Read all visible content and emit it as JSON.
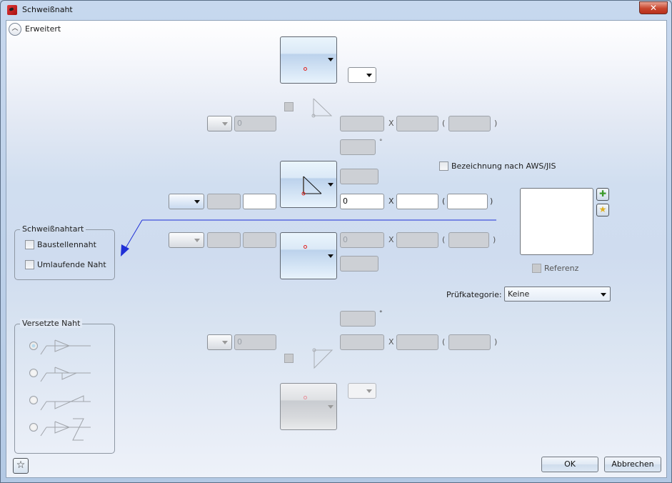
{
  "window": {
    "title": "Schweißnaht",
    "close_icon": "close-icon",
    "app_icon": "weld-app-icon"
  },
  "expander": {
    "label": "Erweitert",
    "icon": "chevron-up-icon"
  },
  "upper_side": {
    "top_symbol_combo": {
      "icon": "weld-position-dot-icon"
    },
    "small_combo_value": "",
    "prefix_combo_value": "",
    "size_value": "0",
    "length_value": "",
    "count_value": "",
    "spacing_value": "",
    "angle_value": "",
    "angle_unit": "°",
    "x_sep": "X",
    "open_paren": "(",
    "close_paren": ")"
  },
  "main_side": {
    "symbol_combo": {
      "icon": "fillet-weld-icon"
    },
    "prefix_combo_value": "",
    "field1_value": "",
    "field2_value": "",
    "top_field_value": "",
    "size_value": "0",
    "length_value": "",
    "spacing_value": "",
    "x_sep": "X",
    "open_paren": "(",
    "close_paren": ")"
  },
  "other_side": {
    "symbol_combo": {
      "icon": "weld-position-dot-icon"
    },
    "prefix_combo_value": "",
    "field1_value": "",
    "field2_value": "",
    "size_value": "0",
    "length_value": "",
    "spacing_value": "",
    "bottom_field_value": "",
    "x_sep": "X",
    "open_paren": "(",
    "close_paren": ")"
  },
  "lower_side": {
    "angle_value": "",
    "angle_unit": "°",
    "prefix_combo_value": "",
    "size_value": "0",
    "length_value": "",
    "count_value": "",
    "spacing_value": "",
    "x_sep": "X",
    "open_paren": "(",
    "close_paren": ")",
    "bottom_symbol_combo": {
      "icon": "weld-position-dot-icon"
    },
    "small_combo_value": ""
  },
  "aws_jis": {
    "label": "Bezeichnung nach AWS/JIS",
    "checked": false
  },
  "reference": {
    "add_icon": "plus-icon",
    "favorite_icon": "star-icon",
    "label": "Referenz",
    "checked": false
  },
  "pruefkategorie": {
    "label": "Prüfkategorie:",
    "value": "Keine"
  },
  "schweissnahtart": {
    "title": "Schweißnahtart",
    "options": [
      {
        "label": "Baustellennaht",
        "checked": false
      },
      {
        "label": "Umlaufende Naht",
        "checked": false
      }
    ]
  },
  "versetzte_naht": {
    "title": "Versetzte Naht",
    "options": [
      {
        "icon": "staggered-weld-option-1-icon",
        "selected": true
      },
      {
        "icon": "staggered-weld-option-2-icon",
        "selected": false
      },
      {
        "icon": "staggered-weld-option-3-icon",
        "selected": false
      },
      {
        "icon": "staggered-weld-option-4-icon",
        "selected": false
      }
    ]
  },
  "footer": {
    "favorites_icon": "star-icon",
    "ok_label": "OK",
    "cancel_label": "Abbrechen"
  },
  "colors": {
    "reference_line": "#1f2fd6",
    "weld_dot": "#e0201c",
    "close_button": "#c8462e"
  }
}
